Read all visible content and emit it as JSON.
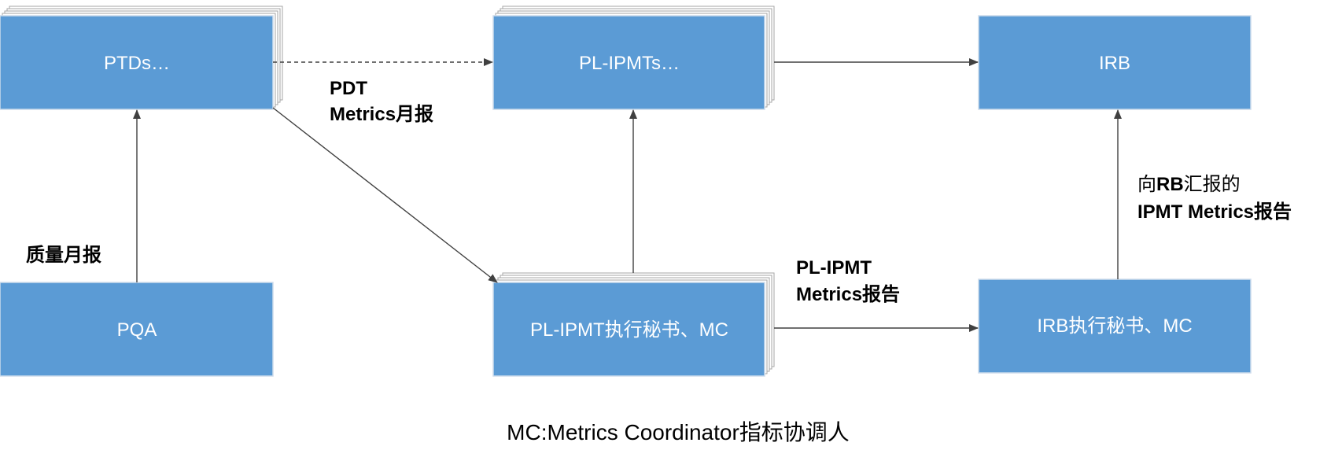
{
  "colors": {
    "box_fill": "#5b9bd5",
    "arrow": "#404040",
    "text_on_box": "#ffffff"
  },
  "boxes": {
    "ptds": "PTDs…",
    "pl_ipmts": "PL-IPMTs…",
    "irb": "IRB",
    "pqa": "PQA",
    "pl_ipmt_secretary": "PL-IPMT执行秘书、MC",
    "irb_secretary": "IRB执行秘书、MC"
  },
  "annotations": {
    "pdt_report": {
      "line1": "PDT",
      "line2": "Metrics月报"
    },
    "quality_report": "质量月报",
    "pl_ipmt_report": {
      "line1": "PL-IPMT",
      "line2": "Metrics报告"
    },
    "irb_report": {
      "line1_a": "向",
      "line1_b": "RB",
      "line1_c": "汇报的",
      "line2_a": "IPMT Metrics",
      "line2_b": "报告"
    }
  },
  "footer": "MC:Metrics Coordinator指标协调人"
}
